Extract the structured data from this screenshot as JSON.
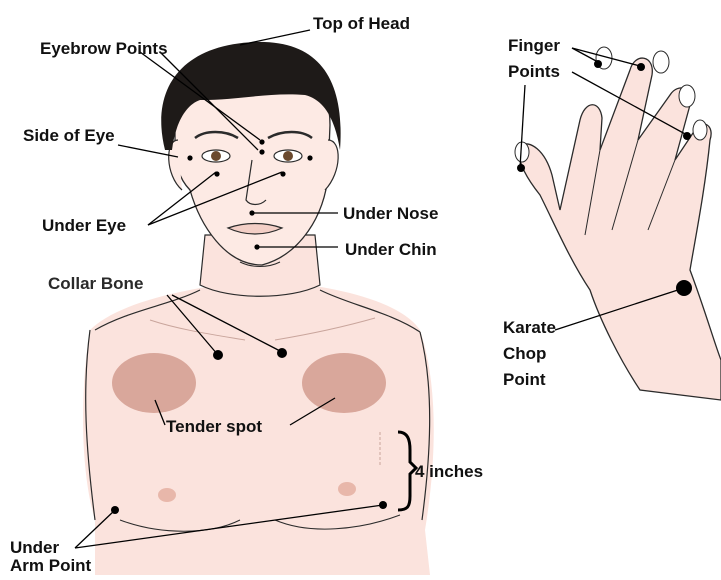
{
  "labels": {
    "top_of_head": "Top of Head",
    "eyebrow_points": "Eyebrow Points",
    "side_of_eye": "Side of Eye",
    "under_eye": "Under Eye",
    "under_nose": "Under Nose",
    "under_chin": "Under Chin",
    "collar_bone": "Collar Bone",
    "tender_spot": "Tender spot",
    "four_inches": "4 inches",
    "under_arm_line1": "Under",
    "under_arm_line2": "Arm Point",
    "finger_line1": "Finger",
    "finger_line2": "Points",
    "karate_line1": "Karate",
    "karate_line2": "Chop",
    "karate_line3": "Point"
  },
  "colors": {
    "skin": "#fbe3dd",
    "skin_shade": "#f3cfc6",
    "tender": "#d9a79b",
    "hair": "#1e1a18",
    "outline": "#2b2b2b",
    "point": "#000000"
  }
}
